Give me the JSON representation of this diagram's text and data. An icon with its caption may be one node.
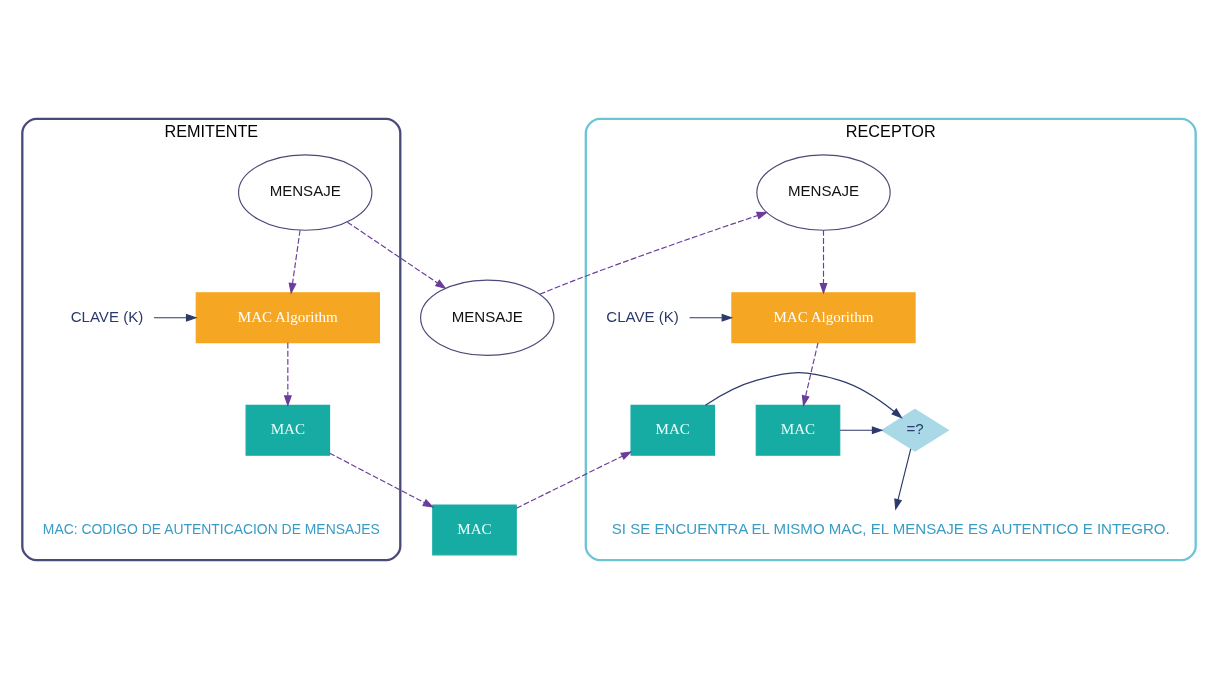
{
  "diagram": {
    "nodes": [
      {
        "text": [
          "REMITENTE"
        ]
      },
      {
        "text": [
          "MENSAJE"
        ],
        "in": 0
      },
      {
        "text": [
          "CLAVE (K)"
        ],
        "in": 0
      },
      {
        "text": [
          "MAC Algorithm"
        ],
        "in": 0
      },
      {
        "text": [
          "MAC"
        ],
        "in": 0
      },
      {
        "text": [
          "MENSAJE"
        ]
      },
      {
        "text": [
          "MAC"
        ]
      },
      {
        "text": [
          "RECEPTOR"
        ]
      },
      {
        "text": [
          "MENSAJE"
        ],
        "in": 7
      },
      {
        "text": [
          "CLAVE (K)"
        ],
        "in": 7
      },
      {
        "text": [
          "MAC Algorithm"
        ],
        "in": 7
      },
      {
        "text": [
          "MAC"
        ],
        "in": 7
      },
      {
        "text": [
          "=?"
        ],
        "in": 7
      },
      {
        "text": [
          "MAC"
        ],
        "in": 7
      },
      {
        "text": [
          "SI SE ENCUENTRA EL MISMO MAC, EL MENSAJE ES AUTENTICO E INTEGRO."
        ],
        "in": 7
      }
    ],
    "edges": [
      {
        "from": 1,
        "to": 3,
        "arrow": "to",
        "style": "dashed"
      },
      {
        "from": 2,
        "to": 3,
        "arrow": "to",
        "color": "#2c3a6b"
      },
      {
        "from": 3,
        "to": 4,
        "arrow": "to",
        "style": "dashed"
      },
      {
        "from": 1,
        "to": 5,
        "arrow": "to",
        "style": "dashed"
      },
      {
        "from": 4,
        "to": 6,
        "arrow": "to",
        "style": "dashed"
      },
      {
        "from": 5,
        "to": 8,
        "arrow": "to",
        "style": "dashed"
      },
      {
        "from": 6,
        "to": 11,
        "arrow": "to",
        "style": "dashed"
      },
      {
        "from": 8,
        "to": 10,
        "arrow": "to",
        "style": "dashed"
      },
      {
        "from": 9,
        "to": 10,
        "arrow": "to",
        "color": "#2c3a6b"
      },
      {
        "from": 10,
        "to": 13,
        "arrow": "to",
        "style": "dashed"
      },
      {
        "from": 11,
        "to": 12,
        "arrow": "to",
        "color": "#2c3a6b"
      },
      {
        "from": 13,
        "to": 12,
        "arrow": "to",
        "color": "#2c3a6b"
      },
      {
        "from": 12,
        "to": 14,
        "arrow": "to",
        "color": "#2c3a6b"
      }
    ],
    "labels": [
      "MAC: CODIGO DE AUTENTICACION DE MENSAJES"
    ]
  }
}
